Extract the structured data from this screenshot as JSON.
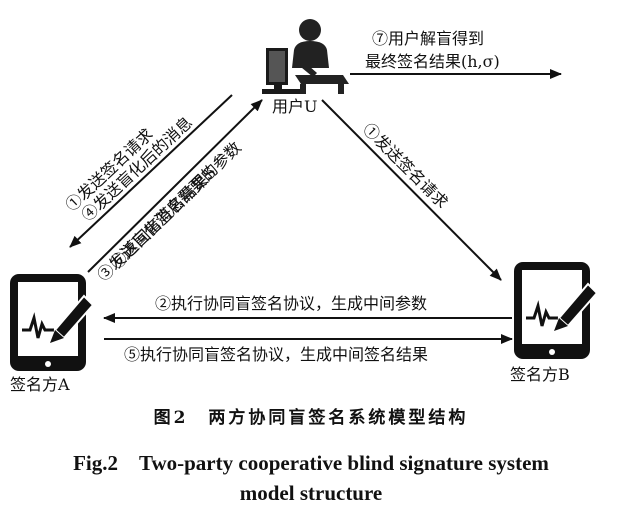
{
  "nodes": {
    "user": {
      "label": "用户U",
      "icon": "computer-user-icon"
    },
    "signer_a": {
      "label": "签名方A",
      "icon": "tablet-pen-icon"
    },
    "signer_b": {
      "label": "签名方B",
      "icon": "tablet-pen-icon"
    }
  },
  "messages": {
    "m1_user_to_b": "①发送签名请求",
    "m1_user_to_a_line1": "①发送签名请求",
    "m1_user_to_a_line2": "④发送盲化后的消息",
    "m3_a_to_user_line1": "③发送盲化消息需要的参数",
    "m3_a_to_user_line2": "⑥返回盲签名结果S",
    "m2_a_b": "②执行协同盲签名协议，生成中间参数",
    "m5_a_b": "⑤执行协同盲签名协议，生成中间签名结果",
    "m7_line1": "⑦用户解盲得到",
    "m7_line2": "最终签名结果(h,σ)"
  },
  "caption": {
    "cn": "图2　两方协同盲签名系统模型结构",
    "en_line1": "Fig.2　Two-party cooperative blind signature system",
    "en_line2": "model structure"
  }
}
